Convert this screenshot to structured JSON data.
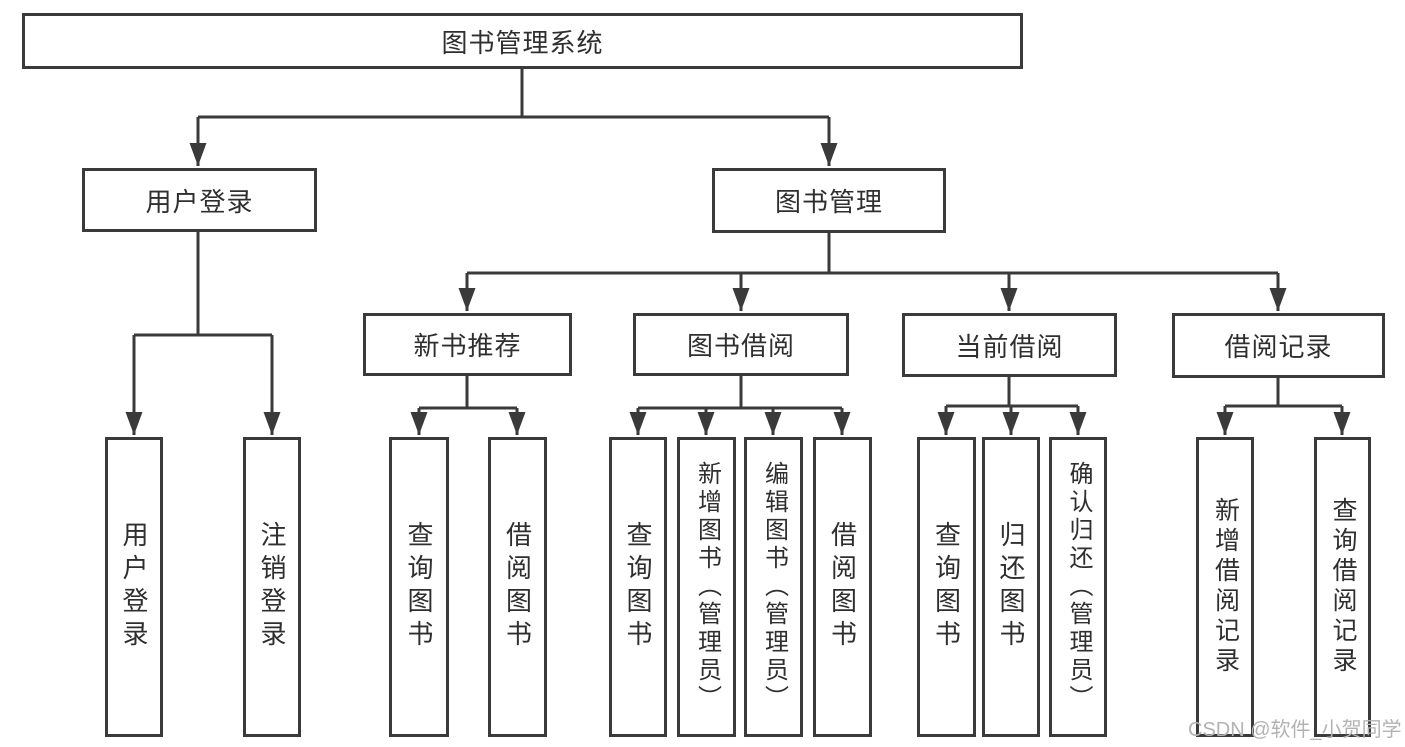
{
  "diagram": {
    "root": {
      "label": "图书管理系统"
    },
    "level2": [
      {
        "label": "用户登录"
      },
      {
        "label": "图书管理"
      }
    ],
    "level3": [
      {
        "label": "新书推荐"
      },
      {
        "label": "图书借阅"
      },
      {
        "label": "当前借阅"
      },
      {
        "label": "借阅记录"
      }
    ],
    "leaves": {
      "user_login": [
        "用户登录",
        "注销登录"
      ],
      "new_book_recommend": [
        "查询图书",
        "借阅图书"
      ],
      "book_borrow": [
        "查询图书",
        "新增图书（管理员）",
        "编辑图书（管理员）",
        "借阅图书"
      ],
      "current_borrow": [
        "查询图书",
        "归还图书",
        "确认归还（管理员）"
      ],
      "borrow_record": [
        "新增借阅记录",
        "查询借阅记录"
      ]
    }
  },
  "watermark": "CSDN @软件_小贺同学",
  "colors": {
    "line": "#3a3a3a",
    "box_border": "#3a3a3a",
    "text": "#2f2f2f",
    "watermark": "#b3b3b3",
    "background": "#ffffff"
  }
}
